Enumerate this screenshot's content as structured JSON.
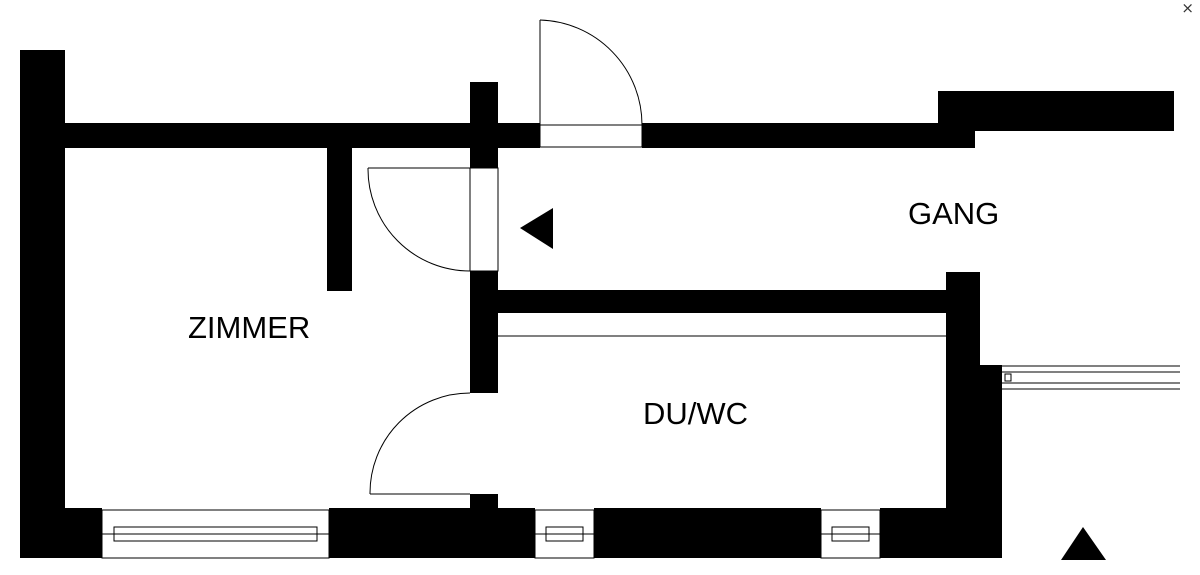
{
  "rooms": {
    "zimmer": "ZIMMER",
    "gang": "GANG",
    "duwc": "DU/WC"
  },
  "controls": {
    "close_glyph": "×"
  },
  "colors": {
    "wall": "#000000",
    "background": "#ffffff"
  },
  "icons": {
    "entrance_arrow": "triangle-left-icon",
    "north_marker": "triangle-up-icon"
  }
}
